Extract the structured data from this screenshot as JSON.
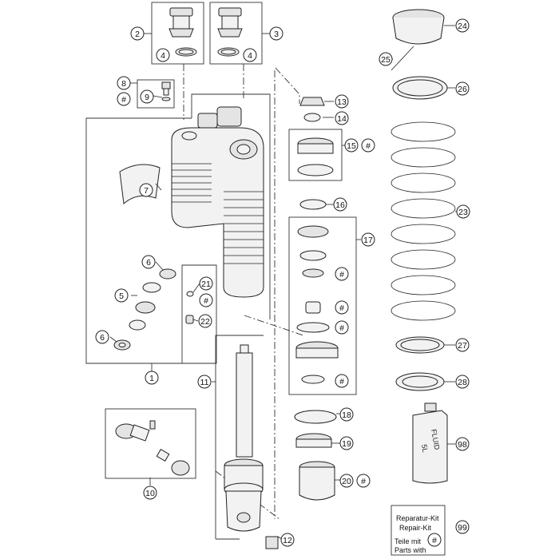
{
  "callouts": {
    "p1": "1",
    "p2": "2",
    "p3": "3",
    "p4a": "4",
    "p4b": "4",
    "p5": "5",
    "p6a": "6",
    "p6b": "6",
    "p7": "7",
    "p8": "8",
    "p9": "9",
    "p10": "10",
    "p11": "11",
    "p12": "12",
    "p13": "13",
    "p14": "14",
    "p15": "15",
    "p16": "16",
    "p17": "17",
    "p18": "18",
    "p19": "19",
    "p20": "20",
    "p21": "21",
    "p22": "22",
    "p23": "23",
    "p24": "24",
    "p25": "25",
    "p26": "26",
    "p27": "27",
    "p28": "28",
    "p98": "98",
    "p99": "99",
    "hash": "#"
  },
  "fluid_can": {
    "line1": "FLUID",
    "line2": "5L"
  },
  "repair_kit": {
    "line1": "Reparatur-Kit",
    "line2": "Repair-Kit",
    "line3": "Teile mit",
    "line4": "Parts with",
    "symbol": "#"
  }
}
